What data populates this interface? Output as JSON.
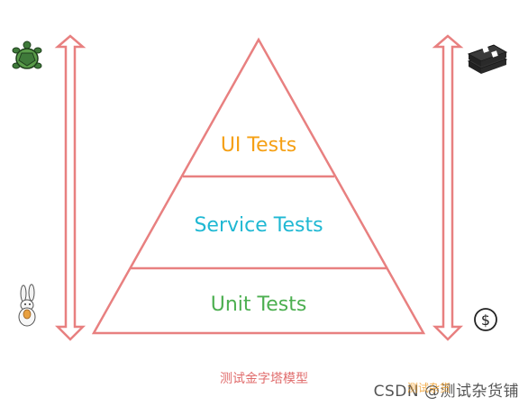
{
  "pyramid": {
    "layers": [
      {
        "label": "UI Tests",
        "color": "#f5a014"
      },
      {
        "label": "Service Tests",
        "color": "#1fb8d3"
      },
      {
        "label": "Unit Tests",
        "color": "#4caf50"
      }
    ],
    "outline_color": "#e88080"
  },
  "left_axis": {
    "top_icon": "turtle-icon",
    "bottom_icon": "rabbit-icon"
  },
  "right_axis": {
    "top_icon": "money-stack-icon",
    "bottom_icon": "dollar-coin-icon"
  },
  "caption": "测试金字塔模型",
  "watermark": {
    "text": "CSDN @测试杂货铺",
    "overlay": "测试杂货"
  }
}
